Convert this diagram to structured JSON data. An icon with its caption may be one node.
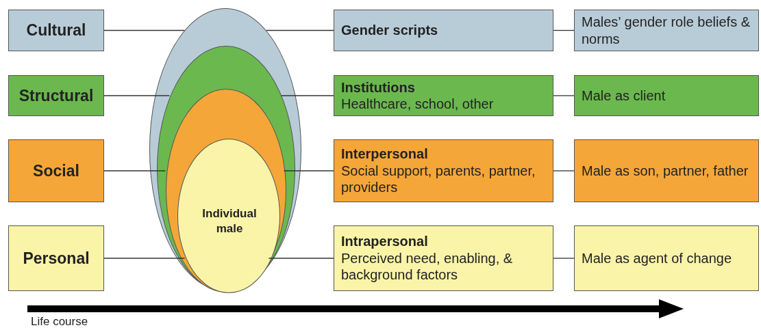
{
  "diagram": {
    "nodes": [
      {
        "text": [
          "Cultural"
        ]
      },
      {
        "text": [
          "Structural"
        ]
      },
      {
        "text": [
          "Social"
        ]
      },
      {
        "text": [
          "Personal"
        ]
      },
      {
        "text": [],
        "shape": "ellipse"
      },
      {
        "text": [],
        "shape": "ellipse",
        "in": 4
      },
      {
        "text": [],
        "shape": "ellipse",
        "in": 5
      },
      {
        "text": [
          "Individual male"
        ],
        "in": 6
      },
      {
        "text": [
          "Gender scripts"
        ]
      },
      {
        "text": [
          "Institutions",
          "Healthcare, school, other"
        ]
      },
      {
        "text": [
          "Interpersonal",
          "Social support, parents, partner, providers"
        ]
      },
      {
        "text": [
          "Intrapersonal",
          "Perceived need, enabling, & background factors"
        ]
      },
      {
        "text": [
          "Males’ gender role beliefs & norms"
        ]
      },
      {
        "text": [
          "Male as client"
        ]
      },
      {
        "text": [
          "Male as son, partner, father"
        ]
      },
      {
        "text": [
          "Male as agent of change"
        ]
      }
    ],
    "edges": [
      {
        "from": 0,
        "to": 4,
        "arrow": "none"
      },
      {
        "from": 1,
        "to": 5,
        "arrow": "none"
      },
      {
        "from": 2,
        "to": 6,
        "arrow": "none"
      },
      {
        "from": 3,
        "to": 7,
        "arrow": "none"
      },
      {
        "from": 4,
        "to": 8,
        "arrow": "none"
      },
      {
        "from": 5,
        "to": 9,
        "arrow": "none"
      },
      {
        "from": 6,
        "to": 10,
        "arrow": "none"
      },
      {
        "from": 7,
        "to": 11,
        "arrow": "none"
      },
      {
        "from": 8,
        "to": 12,
        "arrow": "none"
      },
      {
        "from": 9,
        "to": 13,
        "arrow": "none"
      },
      {
        "from": 10,
        "to": 14,
        "arrow": "none"
      },
      {
        "from": 11,
        "to": 15,
        "arrow": "none"
      }
    ],
    "labels": [
      "Life course"
    ]
  }
}
